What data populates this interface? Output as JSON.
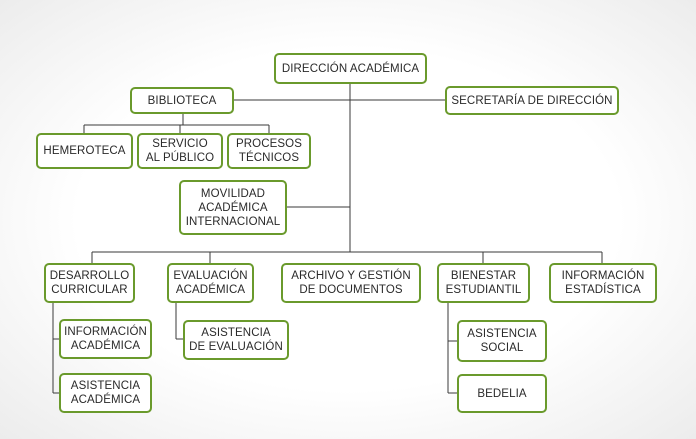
{
  "colors": {
    "node_border": "#6a9a2c",
    "connector": "#3a3a3a",
    "text": "#2a2a2a"
  },
  "nodes": {
    "direccion": "DIRECCIÓN ACADÉMICA",
    "biblioteca": "BIBLIOTECA",
    "secretaria": "SECRETARÍA DE DIRECCIÓN",
    "hemeroteca": "HEMEROTECA",
    "servicio": "SERVICIO\nAL PÚBLICO",
    "procesos": "PROCESOS\nTÉCNICOS",
    "movilidad": "MOVILIDAD\nACADÉMICA\nINTERNACIONAL",
    "desarrollo": "DESARROLLO\nCURRICULAR",
    "evaluacion": "EVALUACIÓN\nACADÉMICA",
    "archivo": "ARCHIVO Y GESTIÓN\nDE DOCUMENTOS",
    "bienestar": "BIENESTAR\nESTUDIANTIL",
    "informacion_estadistica": "INFORMACIÓN\nESTADÍSTICA",
    "informacion_academica": "INFORMACIÓN\nACADÉMICA",
    "asistencia_academica": "ASISTENCIA\nACADÉMICA",
    "asistencia_evaluacion": "ASISTENCIA\nDE EVALUACIÓN",
    "asistencia_social": "ASISTENCIA\nSOCIAL",
    "bedelia": "BEDELIA"
  }
}
